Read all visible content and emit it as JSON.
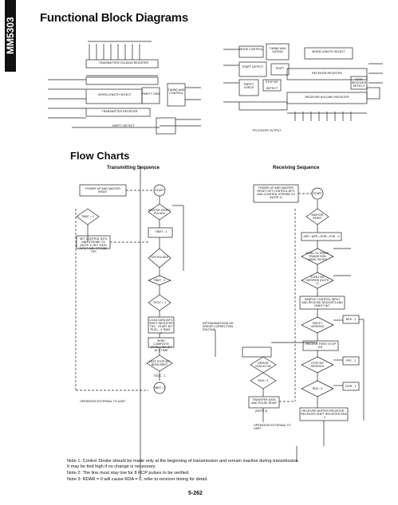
{
  "side_tab": "MM5303",
  "heading_block": "Functional Block Diagrams",
  "heading_flow": "Flow Charts",
  "transmit_title": "Transmitting Sequence",
  "receive_title": "Receiving Sequence",
  "block": {
    "tx_holding": "TRANSMITTER HOLDING REGISTER",
    "word_length_tx": "WORD LENGTH SELECT",
    "tx_register": "TRANSMITTER REGISTER",
    "parity_gen": "PARITY GEN",
    "timing_control": "TIMING AND CONTROL",
    "empty_detect": "EMPTY DETECT",
    "mode_ctrl": "MODE CONTROL",
    "timing_gating": "TIMING AND GATING",
    "start_detect": "START DETECT",
    "shift": "SHIFT",
    "word_length_rx": "WORD LENGTH SELECT",
    "parity_check": "PARITY CHECK",
    "stop_bit": "STOP BIT",
    "detect": "DETECT",
    "rcv_register": "RECEIVER REGISTER",
    "data_received": "DATA RECEIVED DETECT",
    "rcv_holding": "RECEIVER HOLDING REGISTER",
    "tristate": "TRI-STATE® OUTPUT"
  },
  "tx_flow": {
    "power": "POWER UP AND MASTER RESET",
    "start": "START",
    "mr_pulsed": "MASTER RESET PULSED",
    "yes": "YES",
    "no": "NO",
    "tbmt": "TBMT = 1",
    "tbmt1": "TBMT - 1",
    "set_ctrl": "SET CONTROL BITS AND STROBE CS (NOTE 1) SET DATA INPUT AND STROBE TDS",
    "tds_pulsed": "TDS PULSED",
    "tbmt0": "TBMT - 0",
    "teoc1": "TEOC = 1",
    "load": "LOAD DATA INTO SHIFT REGISTER TSO - START BIT TEOC - 0 TBMT - 1",
    "send": "SEND COMPLETE WORD ONE BIT AT A TIME",
    "last_stop": "LAST STOP BIT BEEN SENT",
    "teoc": "TEOC - 1",
    "tbmt_0": "TBMT - 0",
    "op_ext": "OPERATION EXTERNAL TO UART",
    "r_tx": "RETRANSMISSION OR ERROR CORRECTION ROUTINE"
  },
  "rx_flow": {
    "power": "POWER UP AND MASTER RESET SET CONTROL BITS AND CONTROL STROBE CS (NOTE 1)",
    "start": "START",
    "mr_reset": "MASTER RESET",
    "ape": "APE • NPE • ROR • FOR - 0",
    "mark_space": "MARK TO SPACE TRANSITION MADE ON RSI",
    "start_valid": "START BIT VERIFIED (NOTE 2)",
    "sample": "SAMPLE CONTROL INPUT AND RECEIVE DATA BITS AND PARITY BIT",
    "parity_ok": "PARITY VERIFIED",
    "npe1": "NPE - 1",
    "first_stop": "RECEIVE FIRST STOP BIT",
    "stop_verified": "STOP BIT VERIFIED",
    "ffe1": "FFE - 1",
    "rda0": "RDA - 0",
    "ror1": "ROR - 1",
    "load_rhr": "RECEIVER BUFFER REGISTER - RECEIVER SHIFT REGISTER RDA - 1",
    "error_status": "ERROR STATUS OK",
    "rda1": "RDA = 1",
    "transfer": "TRANSFER DATA AND PULSE RDAR",
    "note3": "(NOTE 3)",
    "op_ext": "OPERATION EXTERNAL TO UART"
  },
  "notes": [
    "Note 1: Control Strobe should be made only at the beginning of transmission and remain inactive during transmission.",
    "It may be tied high if no change is necessary.",
    "Note 2: The line must stay low for 8 RCP pulses to be verified.",
    "Note 3: RDAR = 0 will cause RDA = 0, refer to receiver timing for detail."
  ],
  "page_number": "5-262"
}
